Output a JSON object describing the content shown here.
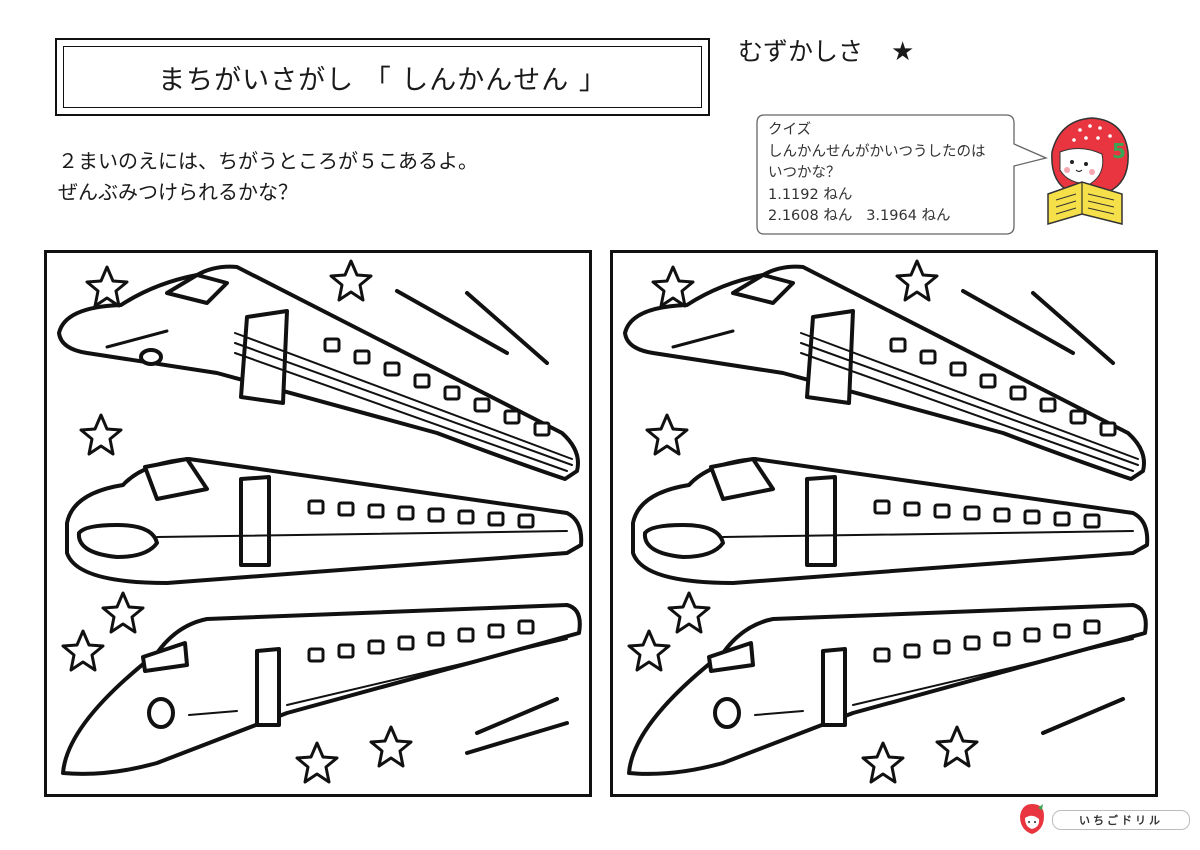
{
  "title": "まちがいさがし 「 しんかんせん 」",
  "difficulty": {
    "label": "むずかしさ",
    "stars": "★"
  },
  "instructions": [
    "２まいのえには、ちがうところが５こあるよ。",
    "ぜんぶみつけられるかな？"
  ],
  "quiz": {
    "header": "クイズ",
    "question_line1": "しんかんせんがかいつうしたのは",
    "question_line2": "いつかな？",
    "option1": "1.1192 ねん",
    "option2": "2.1608 ねん",
    "option3": "3.1964 ねん"
  },
  "mascot": {
    "badge": "5",
    "icon": "strawberry-mascot-reading-icon"
  },
  "footer": {
    "brand": "いちごドリル",
    "icon": "strawberry-logo-icon"
  }
}
